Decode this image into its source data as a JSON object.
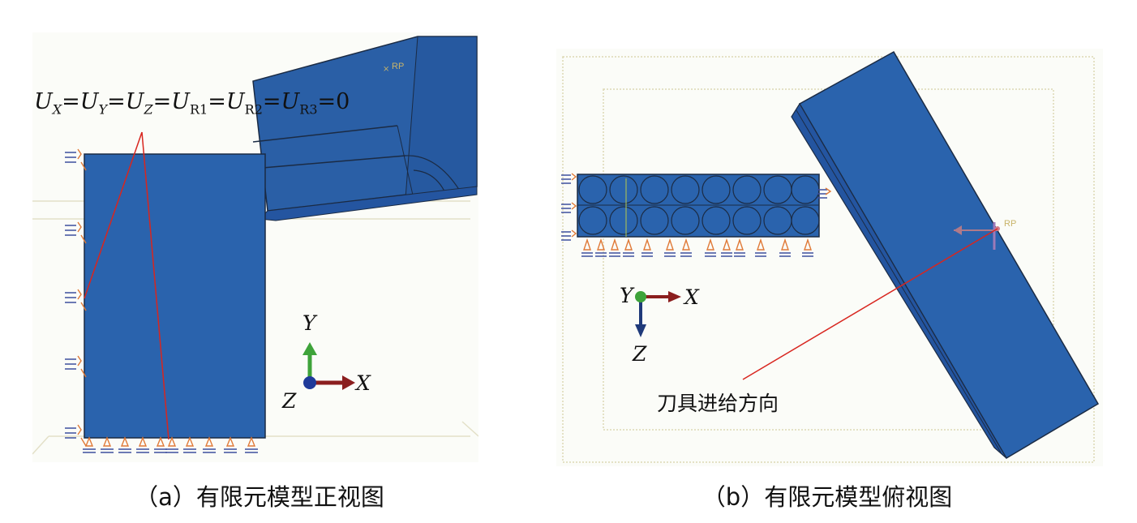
{
  "panel_a": {
    "formula": {
      "u": "U",
      "sub_x": "X",
      "sub_y": "Y",
      "sub_z": "Z",
      "sub_r1": "R1",
      "sub_r2": "R2",
      "sub_r3": "R3",
      "eq": "=",
      "zero": "0"
    },
    "axis": {
      "x": "X",
      "y": "Y",
      "z": "Z"
    },
    "rp": "RP",
    "caption": "（a）有限元模型正视图"
  },
  "panel_b": {
    "axis": {
      "x": "X",
      "y": "Y",
      "z": "Z"
    },
    "rp": "RP",
    "direction_label": "刀具进给方向",
    "caption": "（b）有限元模型俯视图"
  },
  "colors": {
    "part_blue": "#2a5fa6",
    "part_edge": "#1b2b44",
    "leader_red": "#d8261f",
    "constraint_orange": "#e07a38",
    "constraint_blue": "#3d4f9e",
    "axis_green": "#3ea33a",
    "axis_red": "#8b1e1e",
    "axis_navy": "#1f3a7a",
    "axis_blue_dot": "#1f3a9a"
  }
}
